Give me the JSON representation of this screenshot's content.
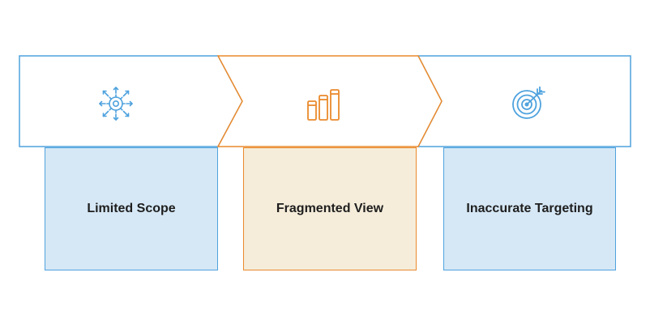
{
  "steps": [
    {
      "icon": "network-gear-icon",
      "label": "Limited Scope",
      "stroke_color": "#4ea2de",
      "fill_color": "#d6e8f6"
    },
    {
      "icon": "bar-chart-icon",
      "label": "Fragmented View",
      "stroke_color": "#ea8a2c",
      "fill_color": "#f5edda"
    },
    {
      "icon": "target-icon",
      "label": "Inaccurate Targeting",
      "stroke_color": "#4ea2de",
      "fill_color": "#d6e8f6"
    }
  ]
}
